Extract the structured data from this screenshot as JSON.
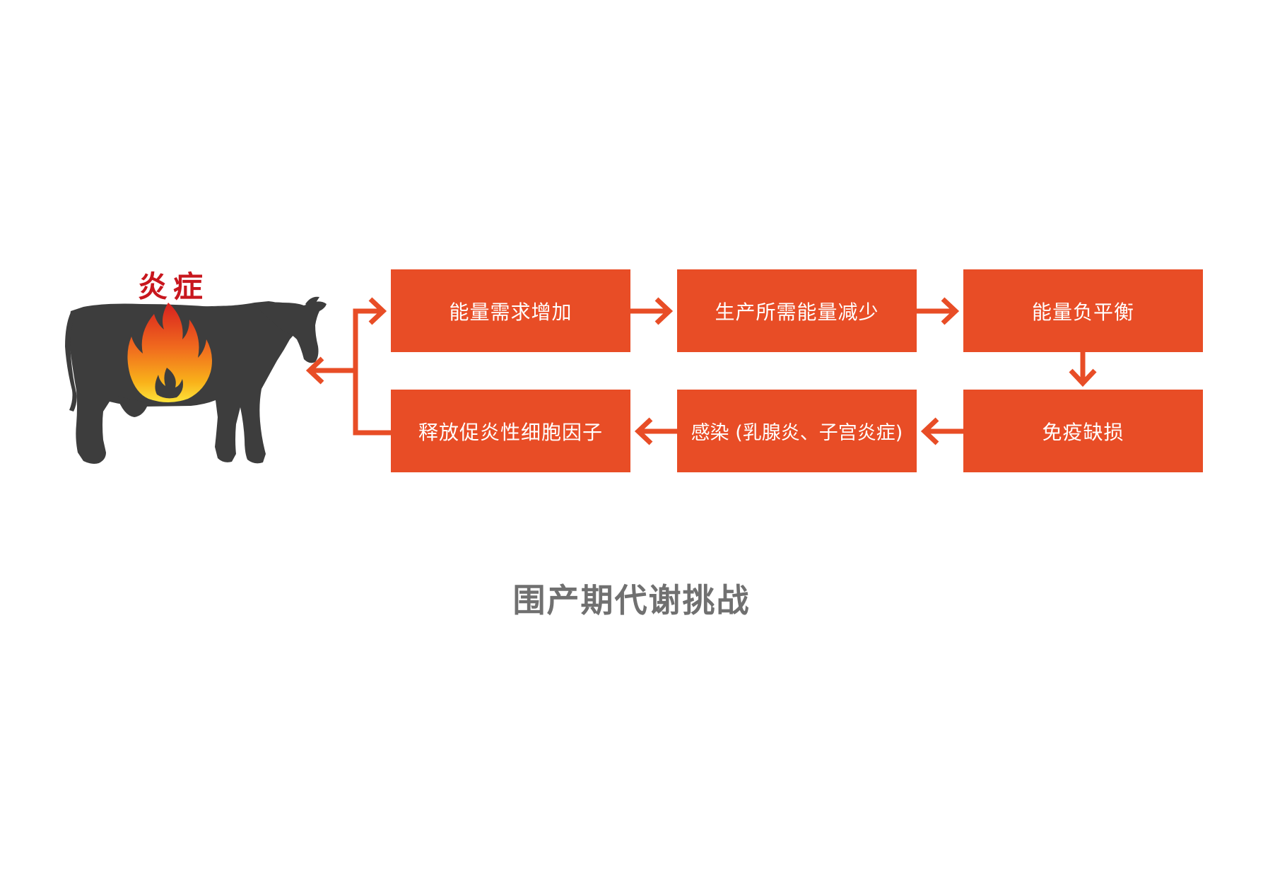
{
  "diagram": {
    "inflammation_label": "炎症",
    "steps": [
      "能量需求增加",
      "生产所需能量减少",
      "能量负平衡",
      "免疫缺损",
      "感染 (乳腺炎、子宫炎症)",
      "释放促炎性细胞因子"
    ],
    "caption": "围产期代谢挑战"
  },
  "colors": {
    "box_fill": "#e84d26",
    "arrow": "#e84d26",
    "box_text": "#ffffff",
    "inflammation_label": "#c8161d",
    "cow": "#3d3d3d",
    "caption": "#707070"
  }
}
